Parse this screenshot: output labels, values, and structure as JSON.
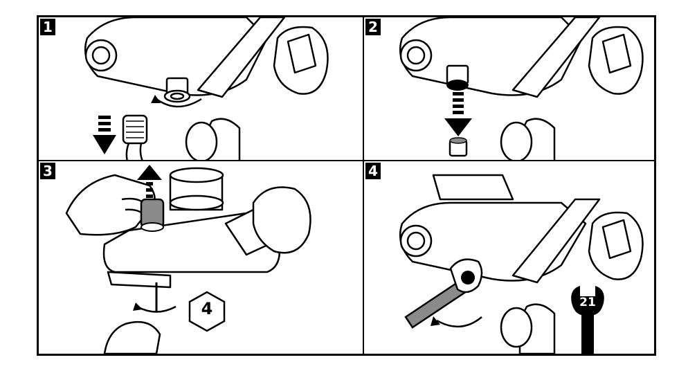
{
  "steps": [
    {
      "number": "1"
    },
    {
      "number": "2"
    },
    {
      "number": "3"
    },
    {
      "number": "4"
    }
  ],
  "step3": {
    "hex_key_size": "4"
  },
  "step4": {
    "wrench_size": "21"
  },
  "colors": {
    "ink": "#000000",
    "fill": "#ffffff",
    "shade": "#8a8a8a"
  },
  "icons": [
    "hose-arrow-icon",
    "rotate-arrow-icon",
    "hex-key-badge-icon",
    "wrench-size-icon"
  ]
}
